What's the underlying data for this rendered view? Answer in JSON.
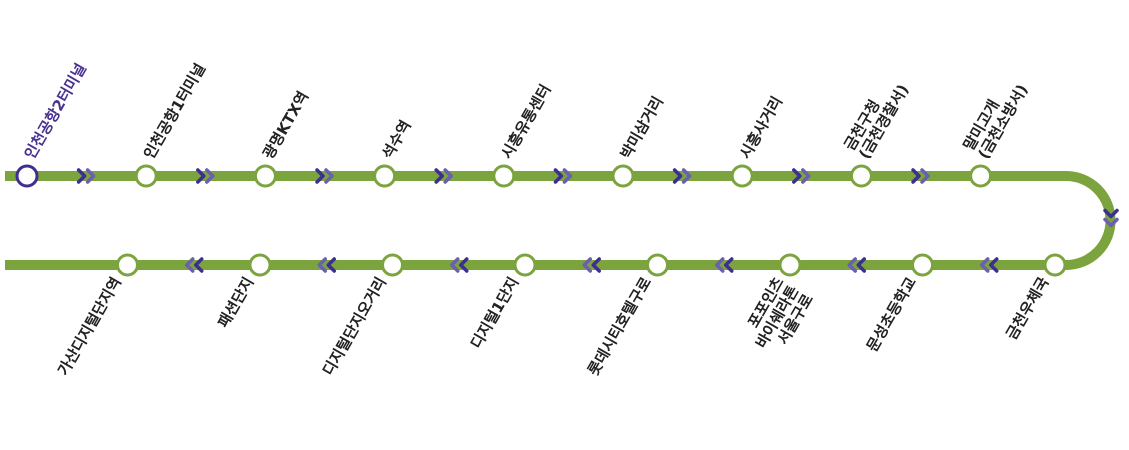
{
  "colors": {
    "line": "#7ba33e",
    "arrow_dark": "#3d2f8f",
    "arrow_light": "#6b5fb0",
    "current_stop": "#3d2f8f",
    "stop_fill": "#ffffff",
    "label": "#222222",
    "current_label": "#4a3390"
  },
  "direction_arrow_icon": "chevron-double-right-icon",
  "top_row": [
    {
      "lines": [
        "인천공항2터미널"
      ],
      "current": true
    },
    {
      "lines": [
        "인천공항1터미널"
      ]
    },
    {
      "lines": [
        "광명KTX역"
      ]
    },
    {
      "lines": [
        "석수역"
      ]
    },
    {
      "lines": [
        "시흥유통센터"
      ]
    },
    {
      "lines": [
        "박미삼거리"
      ]
    },
    {
      "lines": [
        "시흥사거리"
      ]
    },
    {
      "lines": [
        "금천구청",
        "(금천경찰서)"
      ]
    },
    {
      "lines": [
        "말미고개",
        "(금천소방서)"
      ]
    }
  ],
  "bottom_row": [
    {
      "lines": [
        "금천우체국"
      ]
    },
    {
      "lines": [
        "문성초등학교"
      ]
    },
    {
      "lines": [
        "포포인츠",
        "바이쉐라톤",
        "서울구로"
      ]
    },
    {
      "lines": [
        "롯데시티호텔구로"
      ]
    },
    {
      "lines": [
        "디지털1단지"
      ]
    },
    {
      "lines": [
        "디지털단지오거리"
      ]
    },
    {
      "lines": [
        "패션단지"
      ]
    },
    {
      "lines": [
        "가산디지털단지역"
      ]
    }
  ]
}
